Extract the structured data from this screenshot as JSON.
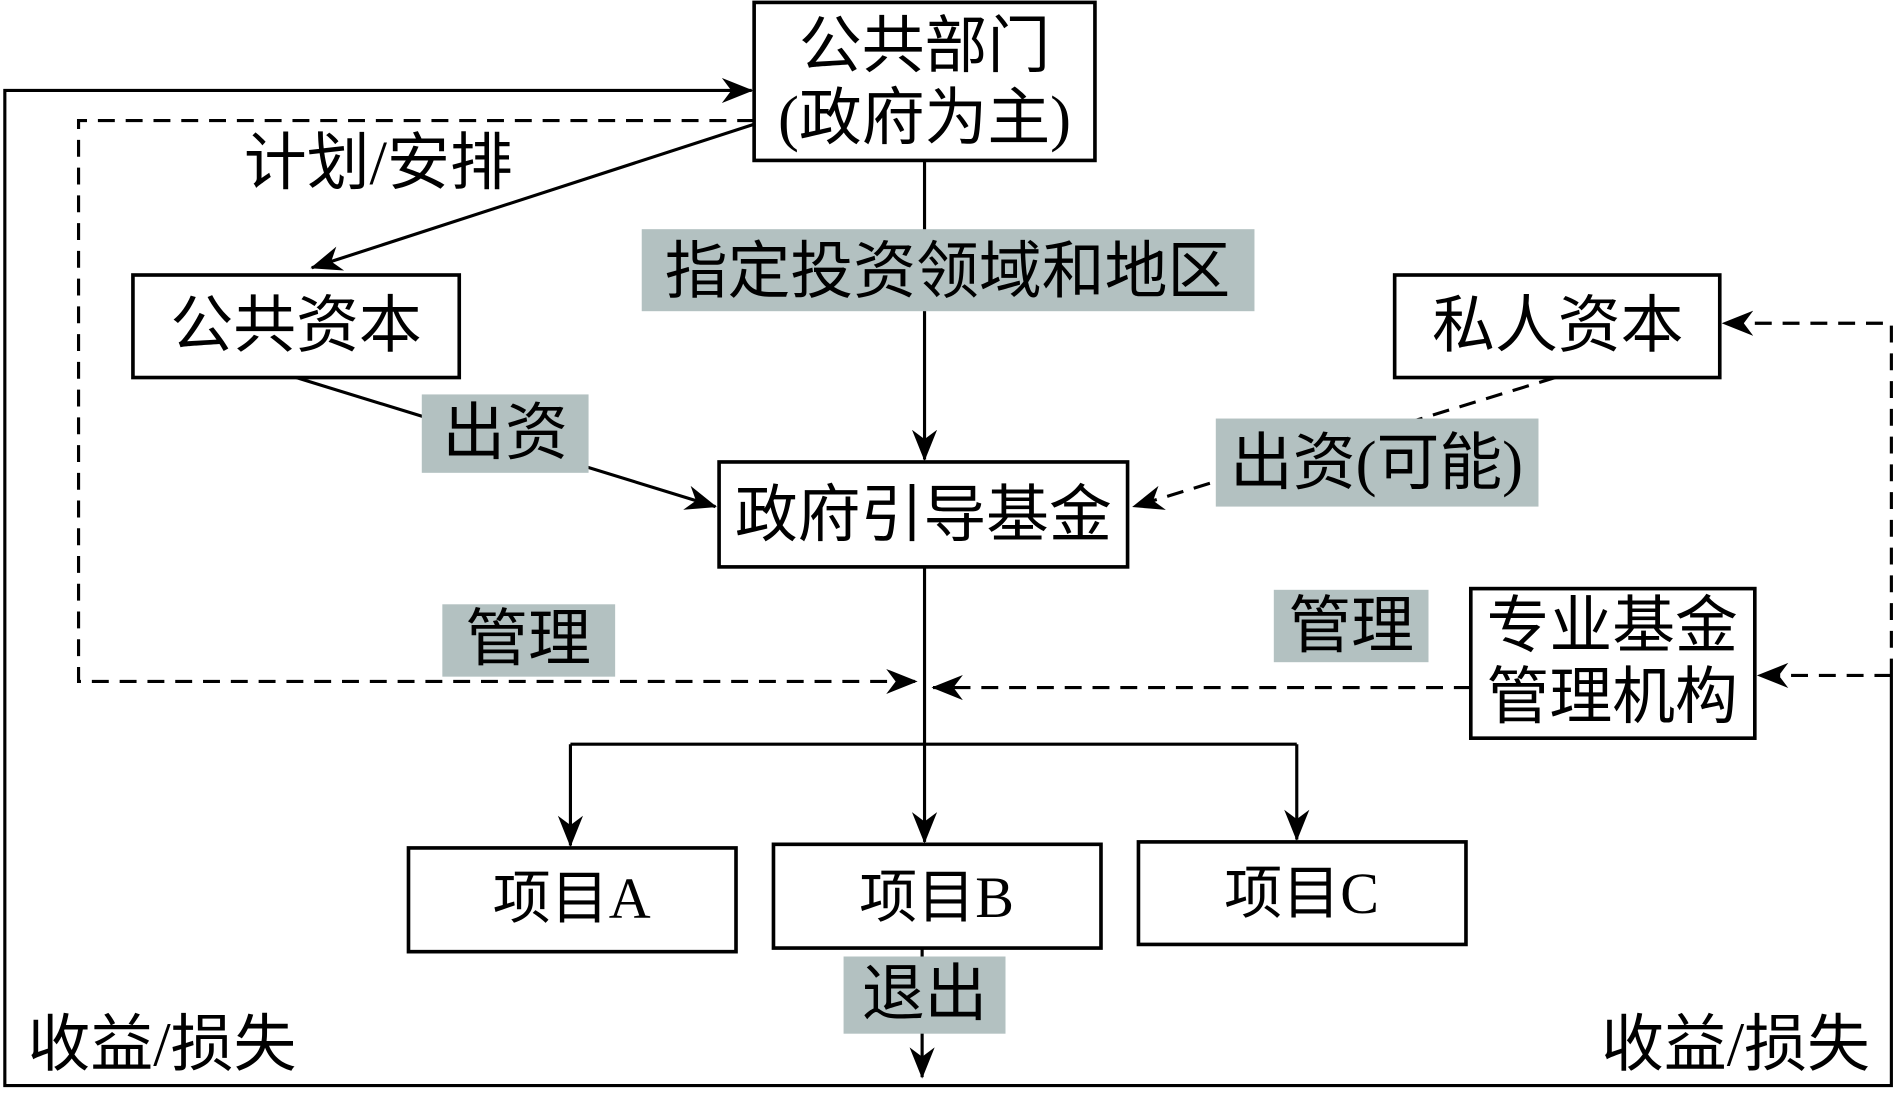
{
  "nodes": {
    "public_sector": {
      "line1": "公共部门",
      "line2": "(政府为主)"
    },
    "public_capital": "公共资本",
    "private_capital": "私人资本",
    "guide_fund": "政府引导基金",
    "fund_manager": {
      "line1": "专业基金",
      "line2": "管理机构"
    },
    "project_a": "项目A",
    "project_b": "项目B",
    "project_c": "项目C"
  },
  "edge_labels": {
    "plan": "计划/安排",
    "designate": "指定投资领域和地区",
    "invest_public": "出资",
    "invest_private": "出资(可能)",
    "manage_left": "管理",
    "manage_right": "管理",
    "exit": "退出",
    "return_left": "收益/损失",
    "return_right": "收益/损失"
  },
  "colors": {
    "label_bg": "#b3c1c1",
    "stroke": "#000000"
  }
}
